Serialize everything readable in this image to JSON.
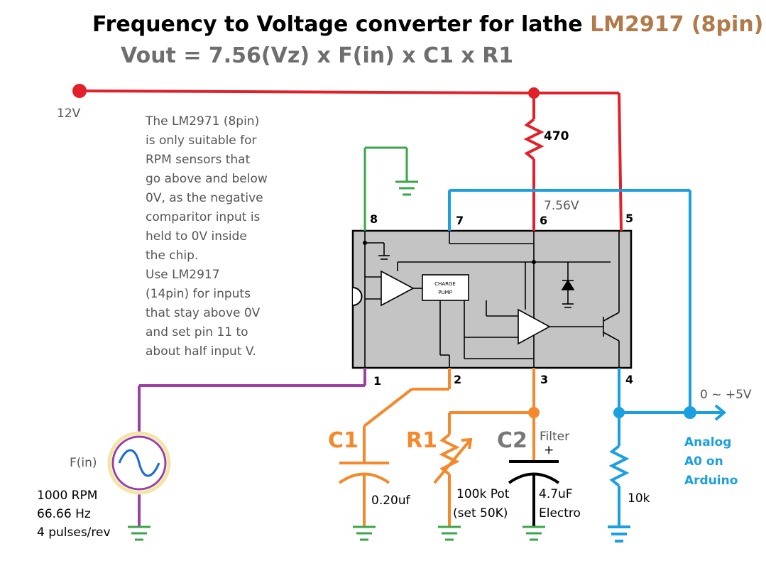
{
  "title": "Frequency to Voltage converter for lathe",
  "chip_name": "LM2917 (8pin)",
  "formula": "Vout  = 7.56(Vz)  x F(in) x  C1  x  R1",
  "supply_label": "12V",
  "note_lines": [
    "The LM2971 (8pin)",
    "is only suitable for",
    "RPM sensors that",
    "go above and below",
    "0V, as the negative",
    "comparitor input is",
    "held to 0V inside",
    "the chip.",
    "Use LM2917",
    "(14pin) for inputs",
    "that stay above 0V",
    "and set pin 11 to",
    "about half input V."
  ],
  "pins": [
    "1",
    "2",
    "3",
    "4",
    "5",
    "6",
    "7",
    "8"
  ],
  "chip_internal": {
    "charge_pump_line1": "CHARGE",
    "charge_pump_line2": "PUMP"
  },
  "resistor_470": "470",
  "zener_voltage": "7.56V",
  "source_label": "F(in)",
  "rpm_info": [
    "1000  RPM",
    "66.66 Hz",
    "4 pulses/rev"
  ],
  "c1_label": "C1",
  "c1_value": "0.20uf",
  "r1_label": "R1",
  "r1_value": [
    "100k Pot",
    "(set 50K)"
  ],
  "c2_label": "C2",
  "c2_filter": "Filter",
  "c2_plus": "+",
  "c2_value": [
    "4.7uF",
    "Electro"
  ],
  "r4_value": "10k",
  "output_range": "0 ~ +5V",
  "output_dest": [
    "Analog",
    "A0 on",
    "Arduino"
  ],
  "colors": {
    "red": "#e2202a",
    "green": "#3aa64a",
    "blue": "#1a9fe0",
    "orange": "#f5882a",
    "purple": "#9b3fa6",
    "chip_fill": "#c4c4c4",
    "source_ring": "#f1e6a3",
    "source_wave": "#1a6bd0"
  }
}
